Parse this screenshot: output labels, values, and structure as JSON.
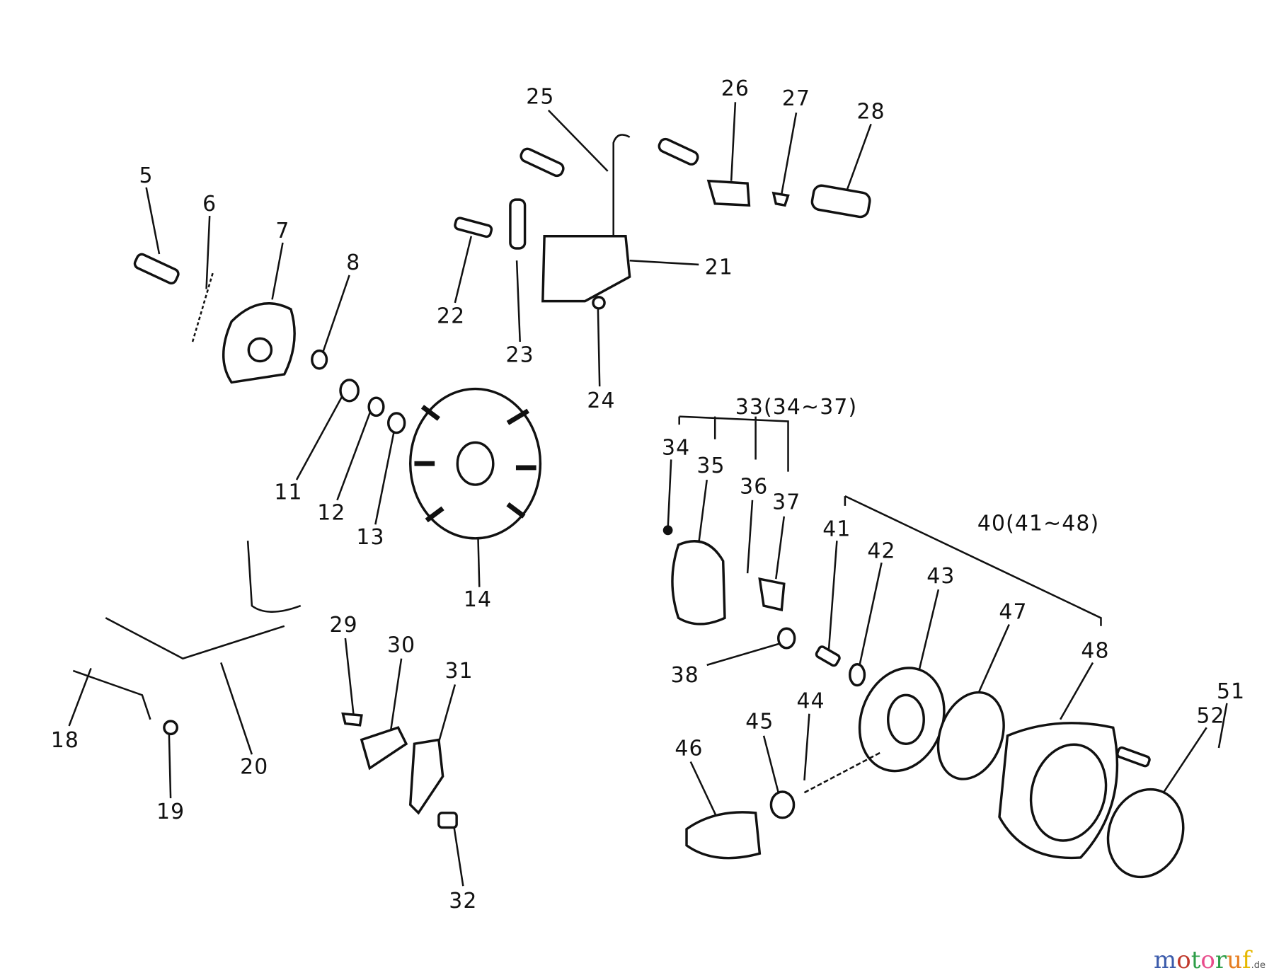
{
  "labels": {
    "p5": "5",
    "p6": "6",
    "p7": "7",
    "p8": "8",
    "p11": "11",
    "p12": "12",
    "p13": "13",
    "p14": "14",
    "p18": "18",
    "p19": "19",
    "p20": "20",
    "p21": "21",
    "p22": "22",
    "p23": "23",
    "p24": "24",
    "p25": "25",
    "p26": "26",
    "p27": "27",
    "p28": "28",
    "p29": "29",
    "p30": "30",
    "p31": "31",
    "p32": "32",
    "p33": "33(34~37)",
    "p34": "34",
    "p35": "35",
    "p36": "36",
    "p37": "37",
    "p38": "38",
    "p40": "40(41~48)",
    "p41": "41",
    "p42": "42",
    "p43": "43",
    "p44": "44",
    "p45": "45",
    "p46": "46",
    "p47": "47",
    "p48": "48",
    "p51": "51",
    "p52": "52"
  },
  "watermark": {
    "text": "motoruf",
    "suffix": ".de",
    "colors": [
      "#3b5bab",
      "#c0392b",
      "#2e9e48",
      "#e84c8b",
      "#2e9e48",
      "#e67e22",
      "#e6b800"
    ]
  }
}
